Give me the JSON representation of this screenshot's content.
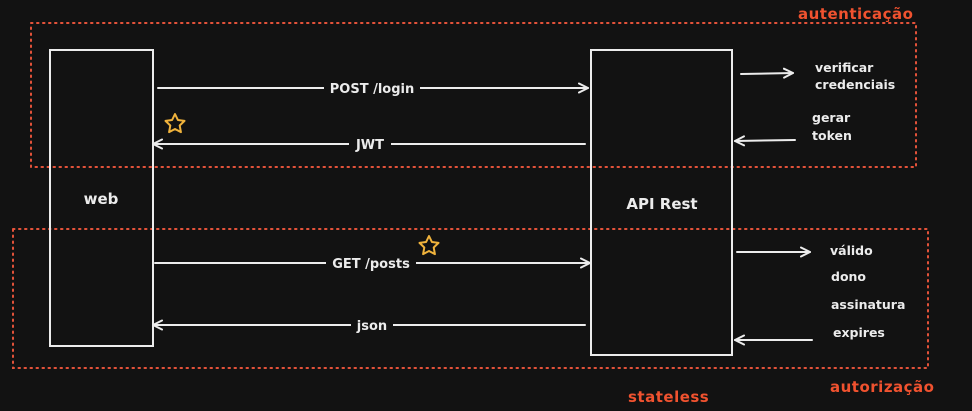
{
  "colors": {
    "background": "#121212",
    "foreground": "#ececec",
    "region": "#e5533a",
    "region_label": "#f0522f",
    "star": "#f0b33c"
  },
  "regions": {
    "top_label": "autenticação",
    "bottom_label": "autorização"
  },
  "footer_label": "stateless",
  "nodes": {
    "client": "web",
    "server": "API Rest"
  },
  "messages": {
    "login": "POST /login",
    "jwt": "JWT",
    "posts": "GET /posts",
    "json": "json"
  },
  "auth_notes": {
    "verify_1": "verificar",
    "verify_2": "credenciais",
    "token_1": "gerar",
    "token_2": "token"
  },
  "authz_checks": [
    "válido",
    "dono",
    "assinatura",
    "expires"
  ],
  "icons": [
    "star-icon",
    "star-icon"
  ]
}
